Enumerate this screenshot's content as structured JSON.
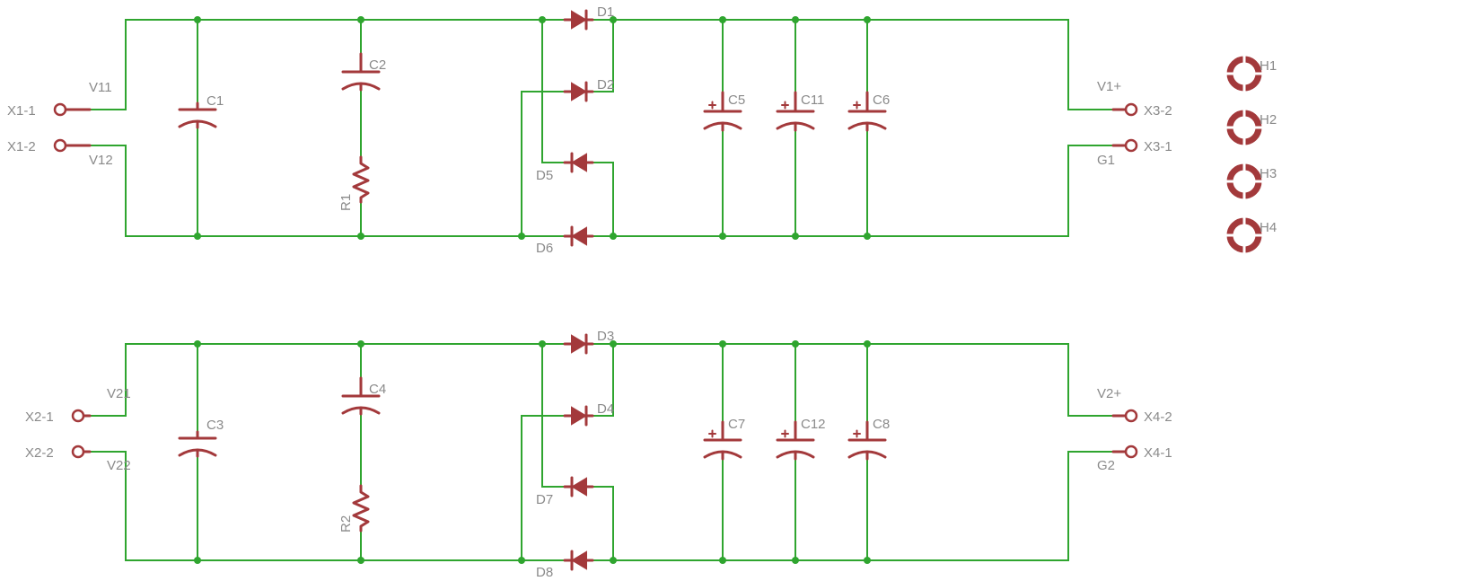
{
  "circuits": [
    {
      "connectors": {
        "in1": "X1-1",
        "in2": "X1-2",
        "out_pos": "X3-2",
        "out_gnd": "X3-1"
      },
      "nets": {
        "in1": "V11",
        "in2": "V12",
        "out_pos": "V1+",
        "out_gnd": "G1"
      },
      "caps": {
        "input": "C1",
        "snubber": "C2"
      },
      "resistor": "R1",
      "diodes": {
        "a": "D1",
        "b": "D2",
        "c": "D5",
        "d": "D6"
      },
      "electrolytics": [
        "C5",
        "C11",
        "C6"
      ]
    },
    {
      "connectors": {
        "in1": "X2-1",
        "in2": "X2-2",
        "out_pos": "X4-2",
        "out_gnd": "X4-1"
      },
      "nets": {
        "in1": "V21",
        "in2": "V22",
        "out_pos": "V2+",
        "out_gnd": "G2"
      },
      "caps": {
        "input": "C3",
        "snubber": "C4"
      },
      "resistor": "R2",
      "diodes": {
        "a": "D3",
        "b": "D4",
        "c": "D7",
        "d": "D8"
      },
      "electrolytics": [
        "C7",
        "C12",
        "C8"
      ]
    }
  ],
  "mounting_holes": [
    "H1",
    "H2",
    "H3",
    "H4"
  ],
  "colors": {
    "wire": "#2fa52f",
    "part": "#a3393b",
    "label": "#8a8a8a",
    "background": "#ffffff"
  }
}
